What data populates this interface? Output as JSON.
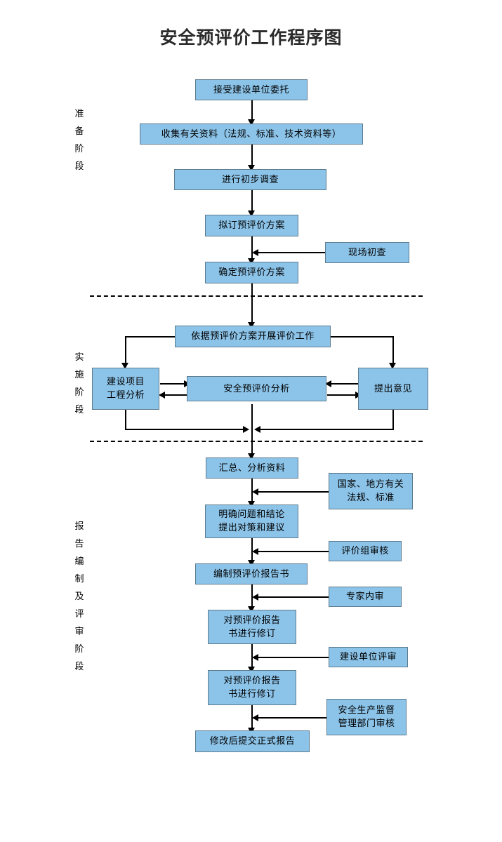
{
  "page": {
    "title": "安全预评价工作程序图",
    "colors": {
      "node_fill": "#8CC3E8",
      "node_border": "#5D7B8E",
      "line": "#000000",
      "background": "#ffffff",
      "title_color": "#2b2b2b"
    }
  },
  "stages": [
    {
      "id": "preparation",
      "label": "准备阶段",
      "chars": [
        "准",
        "备",
        "阶",
        "段"
      ]
    },
    {
      "id": "implementation",
      "label": "实施阶段",
      "chars": [
        "实",
        "施",
        "阶",
        "段"
      ]
    },
    {
      "id": "reporting",
      "label": "报告编制及评审阶段",
      "chars": [
        "报",
        "告",
        "编",
        "制",
        "及",
        "评",
        "审",
        "阶",
        "段"
      ]
    }
  ],
  "nodes": {
    "accept_commission": {
      "lines": [
        "接受建设单位委托"
      ]
    },
    "collect_materials": {
      "lines": [
        "收集有关资料（法规、标准、技术资料等）"
      ]
    },
    "preliminary_survey": {
      "lines": [
        "进行初步调查"
      ]
    },
    "draft_plan": {
      "lines": [
        "拟订预评价方案"
      ]
    },
    "site_inspection": {
      "lines": [
        "现场初查"
      ]
    },
    "confirm_plan": {
      "lines": [
        "确定预评价方案"
      ]
    },
    "carry_out_work": {
      "lines": [
        "依据预评价方案开展评价工作"
      ]
    },
    "project_engineering_analysis": {
      "lines": [
        "建设项目",
        "工程分析"
      ]
    },
    "safety_preassessment_analysis": {
      "lines": [
        "安全预评价分析"
      ]
    },
    "raise_opinions": {
      "lines": [
        "提出意见"
      ]
    },
    "summarize_analyze": {
      "lines": [
        "汇总、分析资料"
      ]
    },
    "national_local_regulations": {
      "lines": [
        "国家、地方有关",
        "法规、标准"
      ]
    },
    "clarify_issues": {
      "lines": [
        "明确问题和结论",
        "提出对策和建议"
      ]
    },
    "assessment_group_review": {
      "lines": [
        "评价组审核"
      ]
    },
    "compile_report": {
      "lines": [
        "编制预评价报告书"
      ]
    },
    "expert_internal_review": {
      "lines": [
        "专家内审"
      ]
    },
    "revise_report_1": {
      "lines": [
        "对预评价报告",
        "书进行修订"
      ]
    },
    "construction_unit_review": {
      "lines": [
        "建设单位评审"
      ]
    },
    "revise_report_2": {
      "lines": [
        "对预评价报告",
        "书进行修订"
      ]
    },
    "safety_supervision_review": {
      "lines": [
        "安全生产监督",
        "管理部门审核"
      ]
    },
    "submit_final_report": {
      "lines": [
        "修改后提交正式报告"
      ]
    }
  }
}
